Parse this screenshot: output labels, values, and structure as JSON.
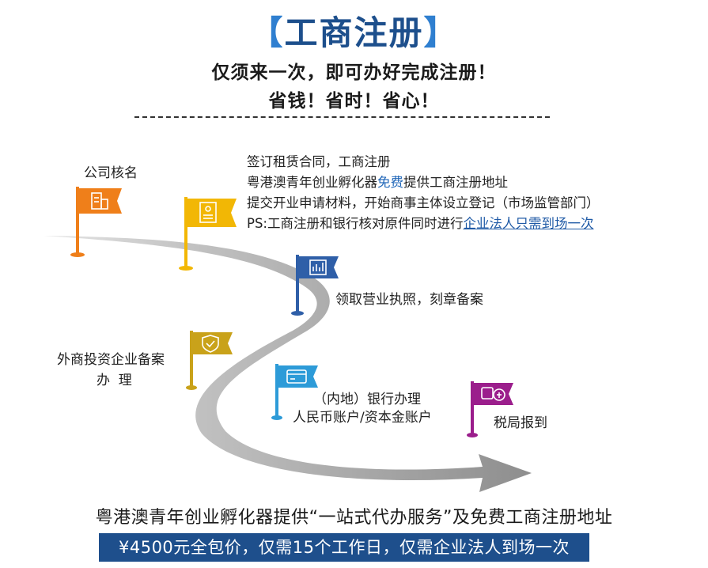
{
  "header": {
    "bracket_left": "【",
    "title": "工商注册",
    "bracket_right": "】",
    "line1": "仅须来一次，即可办好完成注册！",
    "line2": "省钱！省时！省心！"
  },
  "steps": {
    "name_check": "公司核名",
    "info_line1": "签订租赁合同，工商注册",
    "info_line2_a": "粤港澳青年创业孵化器",
    "info_line2_free": "免费",
    "info_line2_b": "提供工商注册地址",
    "info_line3": "提交开业申请材料，开始商事主体设立登记（市场监管部门）",
    "info_line4_a": "PS:工商注册和银行核对原件同时进行",
    "info_line4_link": "企业法人只需到场一次",
    "license": "领取营业执照，刻章备案",
    "foreign_line1": "外商投资企业备案",
    "foreign_line2": "办  理",
    "bank_line1": "（内地）银行办理",
    "bank_line2": "人民币账户/资本金账户",
    "tax": "税局报到"
  },
  "footer": {
    "service_text": "粤港澳青年创业孵化器提供“一站式代办服务”及免费工商注册地址",
    "banner": "¥4500元全包价，仅需15个工作日，仅需企业法人到场一次"
  },
  "colors": {
    "title_blue": "#1d4f8c",
    "flag_orange": "#ef7f1a",
    "flag_yellow": "#f2b705",
    "flag_blue": "#2f5fa8",
    "flag_olive": "#c9a21a",
    "flag_cyan": "#2d9bd8",
    "flag_purple": "#9b1e8c",
    "road_gray": "#b8b8b8"
  },
  "icons": [
    "building-icon",
    "document-icon",
    "chart-icon",
    "shield-check-icon",
    "card-icon",
    "tax-icon"
  ]
}
